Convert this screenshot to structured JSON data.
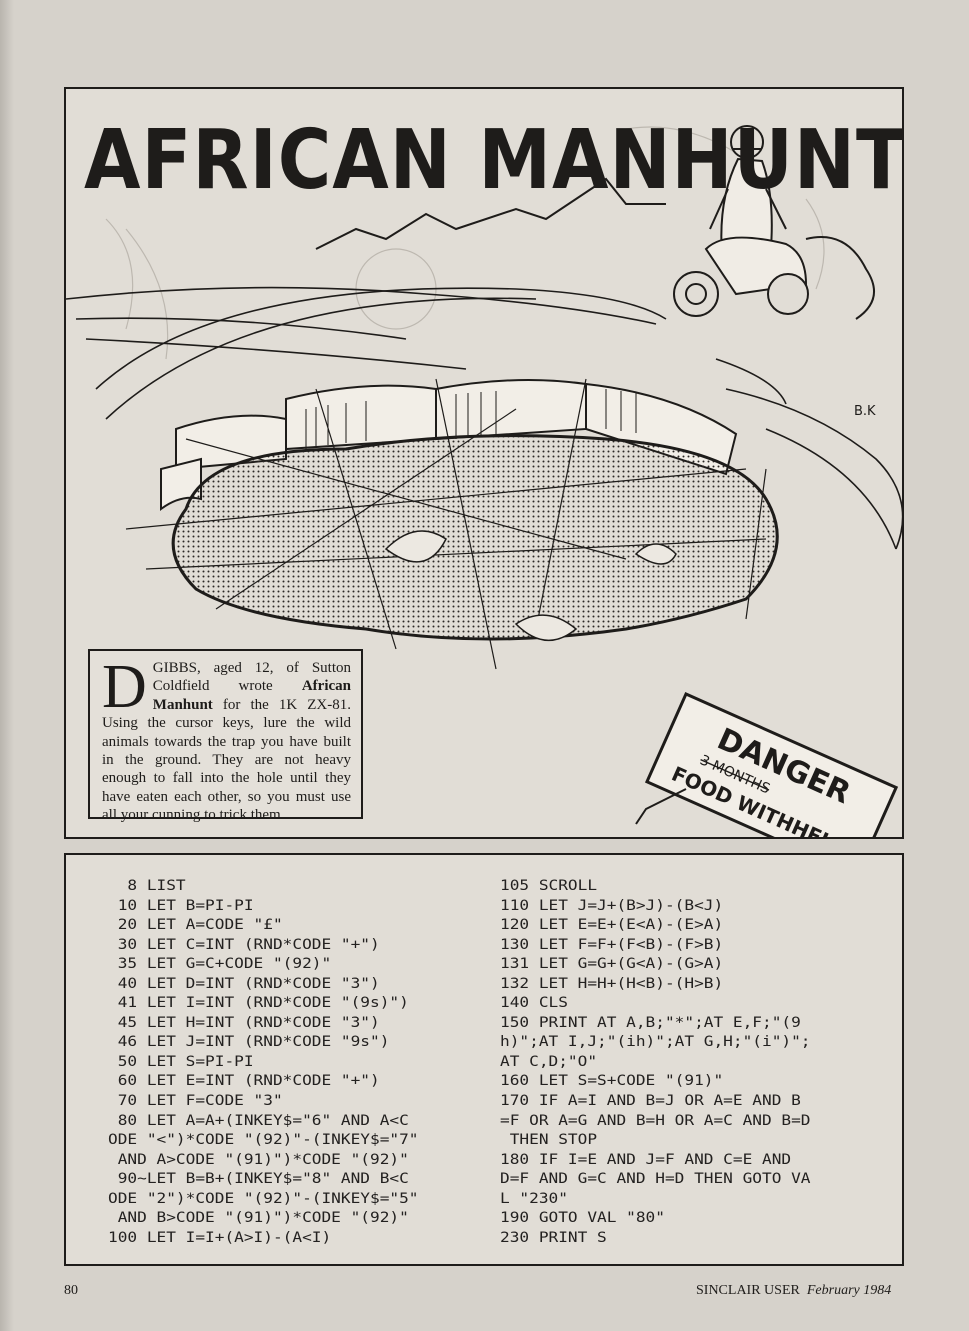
{
  "article": {
    "title": "AFRICAN MANHUNT",
    "signature": "B.K"
  },
  "sign": {
    "line1": "DANGER",
    "line2": "FOOD WITHHELD",
    "crossed_out": "3 MONTHS"
  },
  "intro": {
    "drop_cap": "D",
    "text_1": "GIBBS, aged 12, of Sutton Coldfield wrote ",
    "program_name": "African Manhunt",
    "text_2": " for the 1K ZX-81. Using the cursor keys, lure the wild animals towards the trap you have built in the ground. They are not heavy enough to fall into the hole until they have eaten each other, so you must use all your cunning to trick them."
  },
  "listing": {
    "left_column": "  8 LIST\n 10 LET B=PI-PI\n 20 LET A=CODE \"£\"\n 30 LET C=INT (RND*CODE \"+\")\n 35 LET G=C+CODE \"(92)\"\n 40 LET D=INT (RND*CODE \"3\")\n 41 LET I=INT (RND*CODE \"(9s)\")\n 45 LET H=INT (RND*CODE \"3\")\n 46 LET J=INT (RND*CODE \"9s\")\n 50 LET S=PI-PI\n 60 LET E=INT (RND*CODE \"+\")\n 70 LET F=CODE \"3\"\n 80 LET A=A+(INKEY$=\"6\" AND A<C\nODE \"<\")*CODE \"(92)\"-(INKEY$=\"7\"\n AND A>CODE \"(91)\")*CODE \"(92)\"\n 90~LET B=B+(INKEY$=\"8\" AND B<C\nODE \"2\")*CODE \"(92)\"-(INKEY$=\"5\"\n AND B>CODE \"(91)\")*CODE \"(92)\"\n100 LET I=I+(A>I)-(A<I)",
    "right_column": "105 SCROLL\n110 LET J=J+(B>J)-(B<J)\n120 LET E=E+(E<A)-(E>A)\n130 LET F=F+(F<B)-(F>B)\n131 LET G=G+(G<A)-(G>A)\n132 LET H=H+(H<B)-(H>B)\n140 CLS\n150 PRINT AT A,B;\"*\";AT E,F;\"(9\nh)\";AT I,J;\"(ih)\";AT G,H;\"(i\")\";\nAT C,D;\"O\"\n160 LET S=S+CODE \"(91)\"\n170 IF A=I AND B=J OR A=E AND B\n=F OR A=G AND B=H OR A=C AND B=D\n THEN STOP\n180 IF I=E AND J=F AND C=E AND\nD=F AND G=C AND H=D THEN GOTO VA\nL \"230\"\n190 GOTO VAL \"80\"\n230 PRINT S"
  },
  "footer": {
    "page_number": "80",
    "magazine": "SINCLAIR USER",
    "issue": "February 1984"
  }
}
